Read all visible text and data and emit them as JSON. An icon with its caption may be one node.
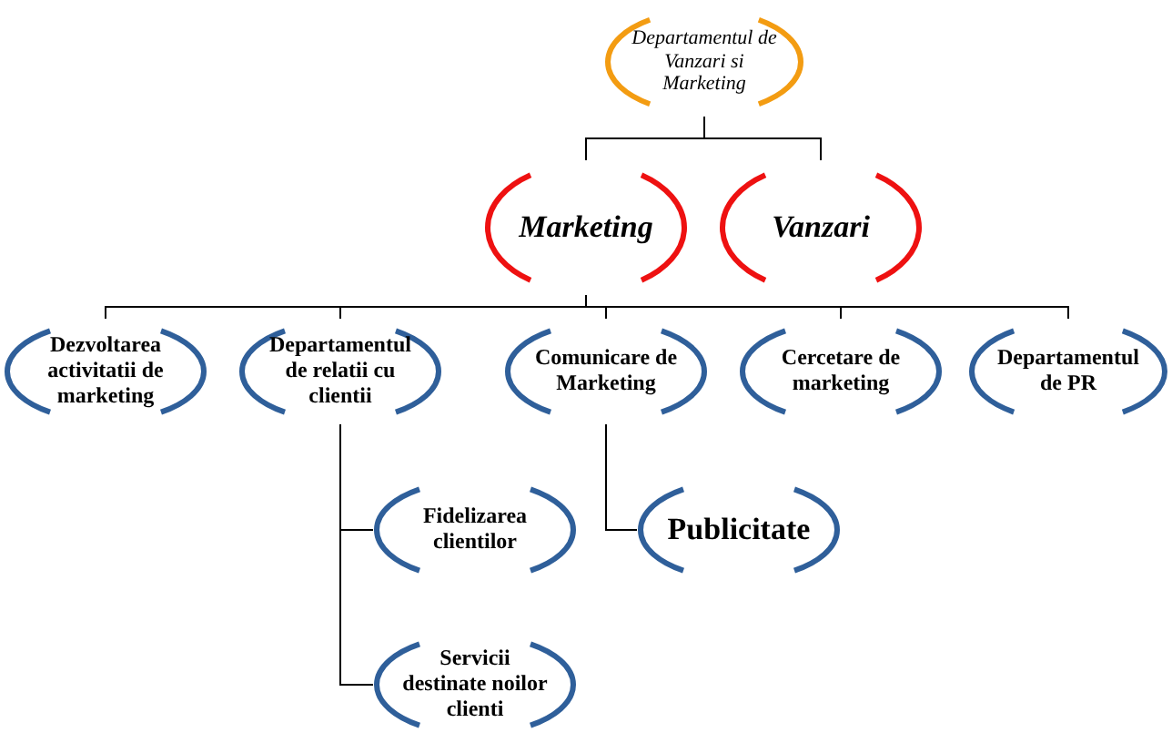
{
  "diagram": {
    "nodes": [
      {
        "text": [
          "Departamentul de Vanzari si Marketing"
        ]
      },
      {
        "text": [
          "Marketing"
        ]
      },
      {
        "text": [
          "Vanzari"
        ]
      },
      {
        "text": [
          "Dezvoltarea activitatii de marketing"
        ]
      },
      {
        "text": [
          "Departamentul de relatii cu clientii"
        ]
      },
      {
        "text": [
          "Comunicare de Marketing"
        ]
      },
      {
        "text": [
          "Cercetare de marketing"
        ]
      },
      {
        "text": [
          "Departamentul de PR"
        ]
      },
      {
        "text": [
          "Fidelizarea clientilor"
        ]
      },
      {
        "text": [
          "Servicii destinate noilor clienti"
        ]
      },
      {
        "text": [
          "Publicitate"
        ]
      }
    ],
    "edges": [
      {
        "from": 0,
        "to": 1,
        "arrow": "none"
      },
      {
        "from": 0,
        "to": 2,
        "arrow": "none"
      },
      {
        "from": 1,
        "to": 3,
        "arrow": "none"
      },
      {
        "from": 1,
        "to": 4,
        "arrow": "none"
      },
      {
        "from": 1,
        "to": 5,
        "arrow": "none"
      },
      {
        "from": 1,
        "to": 6,
        "arrow": "none"
      },
      {
        "from": 1,
        "to": 7,
        "arrow": "none"
      },
      {
        "from": 4,
        "to": 8,
        "arrow": "none"
      },
      {
        "from": 4,
        "to": 9,
        "arrow": "none"
      },
      {
        "from": 5,
        "to": 10,
        "arrow": "none"
      }
    ]
  }
}
